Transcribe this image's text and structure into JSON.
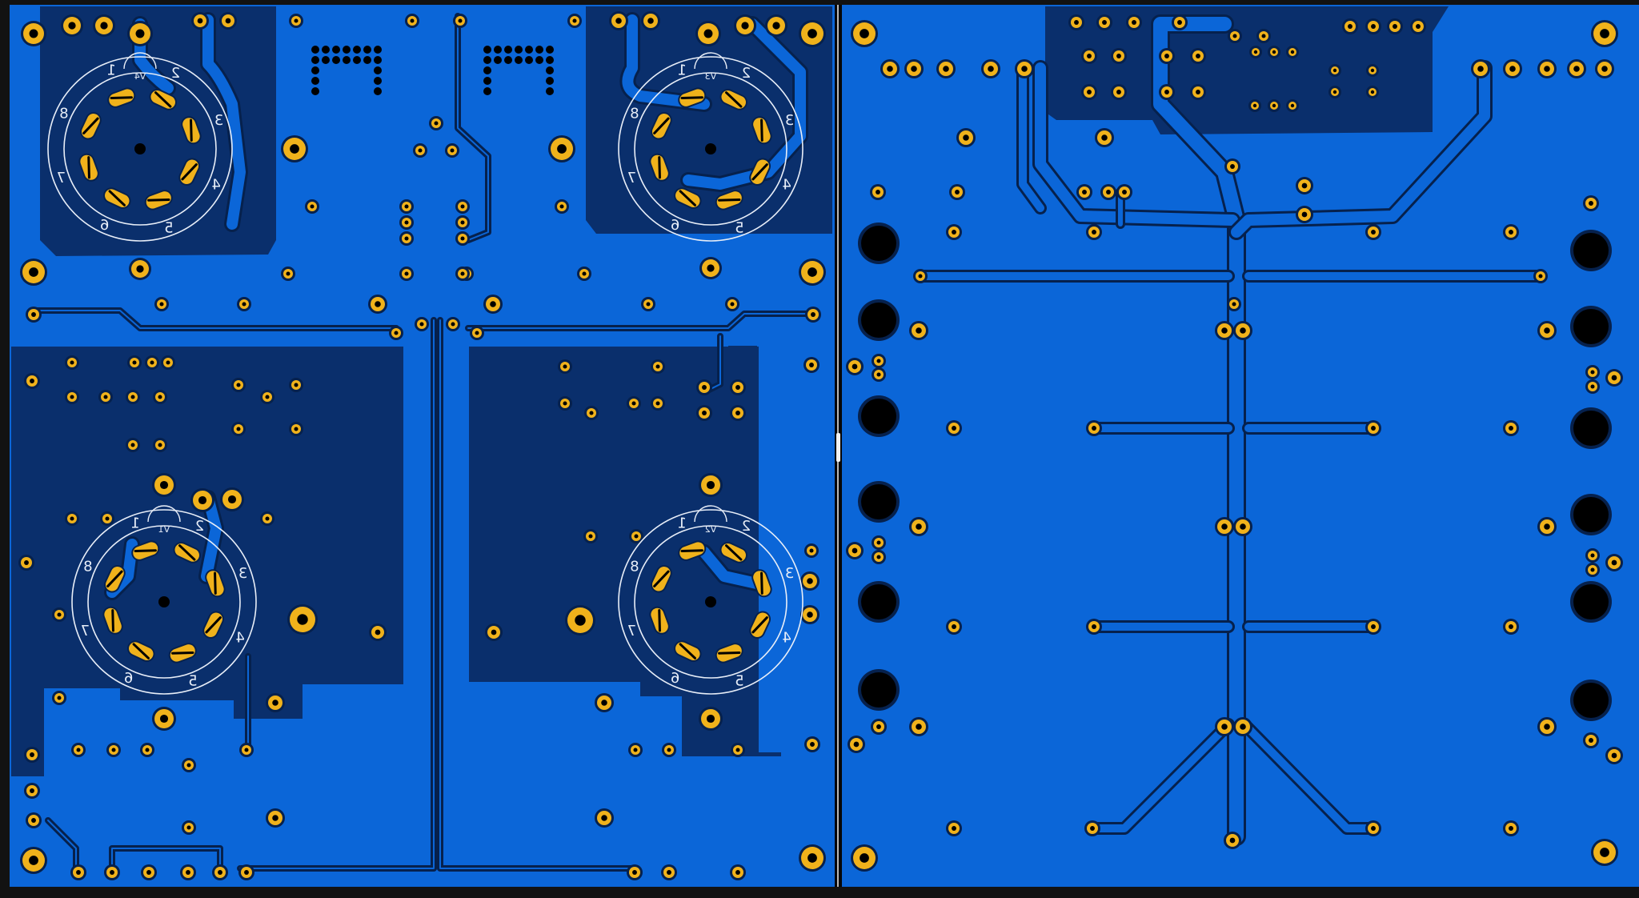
{
  "colors": {
    "background": "#121212",
    "board_copper": "#0b66d8",
    "copper_void": "#0a2f6c",
    "trace_edge": "#06214d",
    "pad_gold": "#f0b21b",
    "drill": "#000000",
    "silkscreen": "#e8eef8"
  },
  "sockets": [
    {
      "ref": "V4",
      "pins": [
        "1",
        "2",
        "3",
        "4",
        "5",
        "6",
        "7",
        "8"
      ],
      "mirrored": true
    },
    {
      "ref": "V3",
      "pins": [
        "1",
        "2",
        "3",
        "4",
        "5",
        "6",
        "7",
        "8"
      ],
      "mirrored": true
    },
    {
      "ref": "V1",
      "pins": [
        "1",
        "2",
        "3",
        "4",
        "5",
        "6",
        "7",
        "8"
      ],
      "mirrored": true
    },
    {
      "ref": "V2",
      "pins": [
        "1",
        "2",
        "3",
        "4",
        "5",
        "6",
        "7",
        "8"
      ],
      "mirrored": true
    }
  ],
  "panes": {
    "left": {
      "name": "left-board-view"
    },
    "right": {
      "name": "right-board-view"
    }
  },
  "divider": {
    "icon": "drag-handle-icon"
  }
}
